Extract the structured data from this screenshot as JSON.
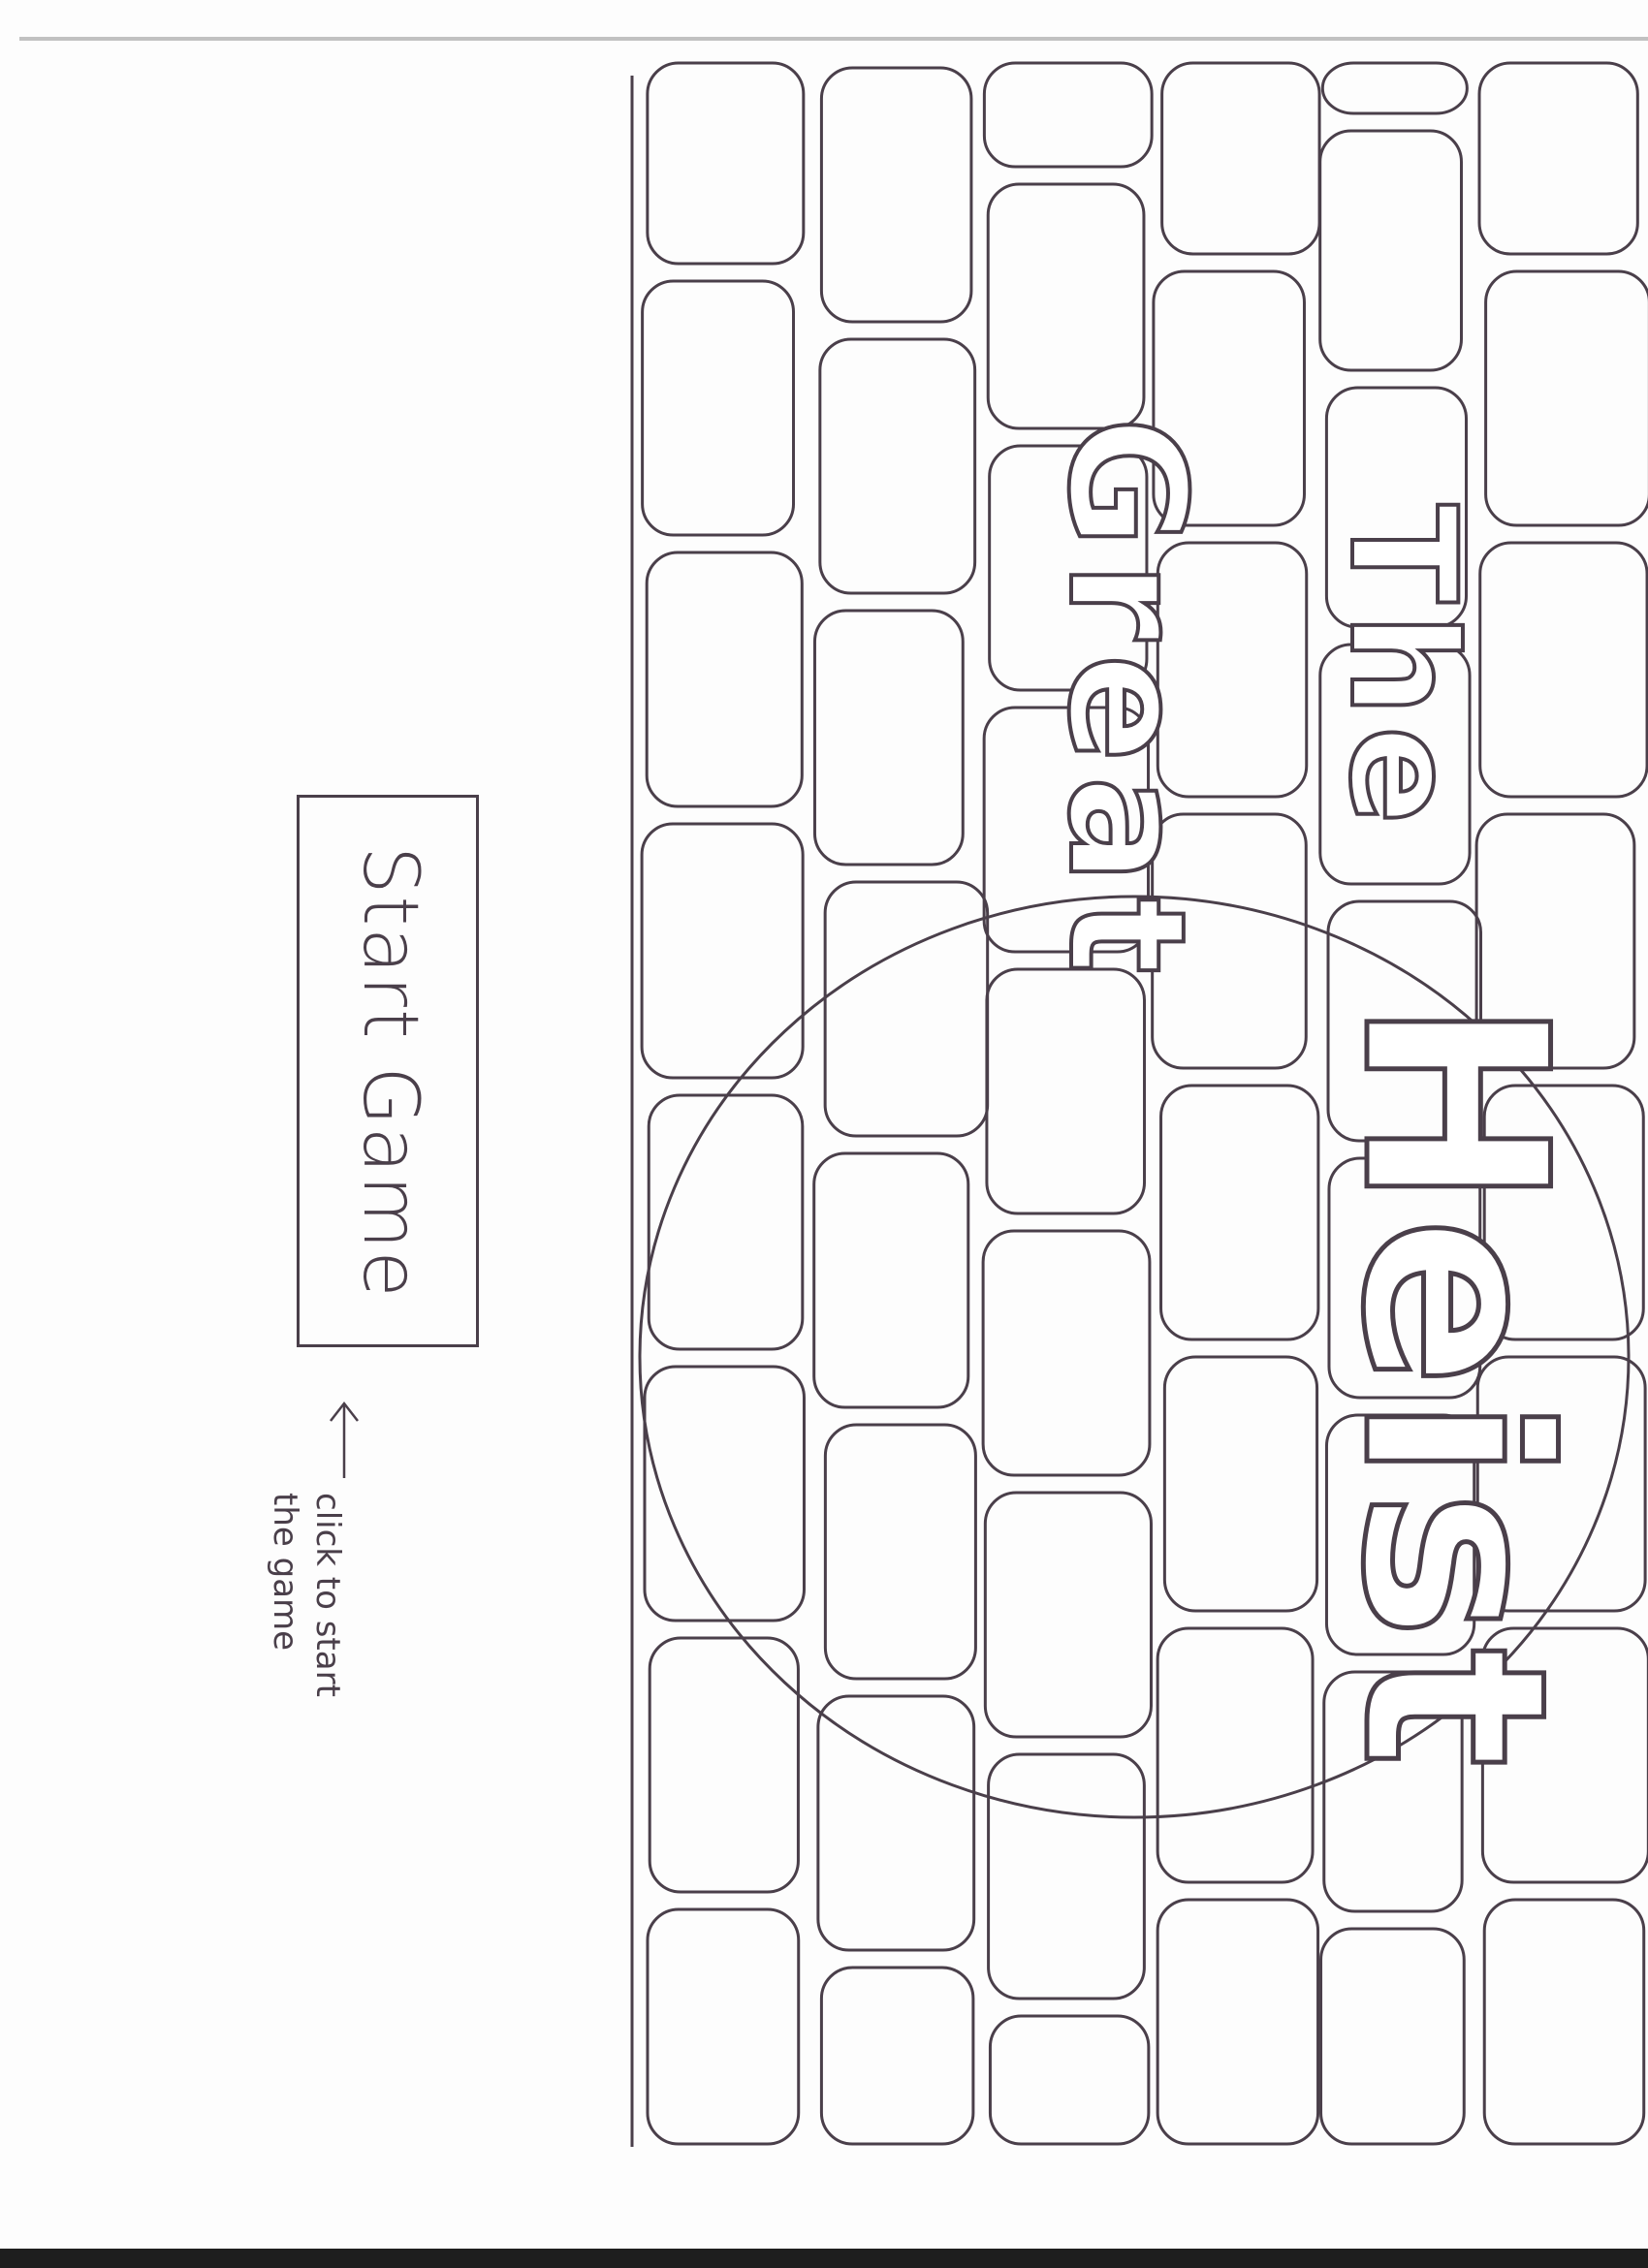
{
  "title": {
    "line1": "The",
    "line2": "Great",
    "line3": "Heist"
  },
  "start_button": {
    "label": "Start Game"
  },
  "hint": {
    "text": "click to start\nthe game",
    "arrow_icon": "arrow-left-icon"
  },
  "colors": {
    "ink": "#4a3f4a",
    "paper": "#fdfdfd"
  }
}
